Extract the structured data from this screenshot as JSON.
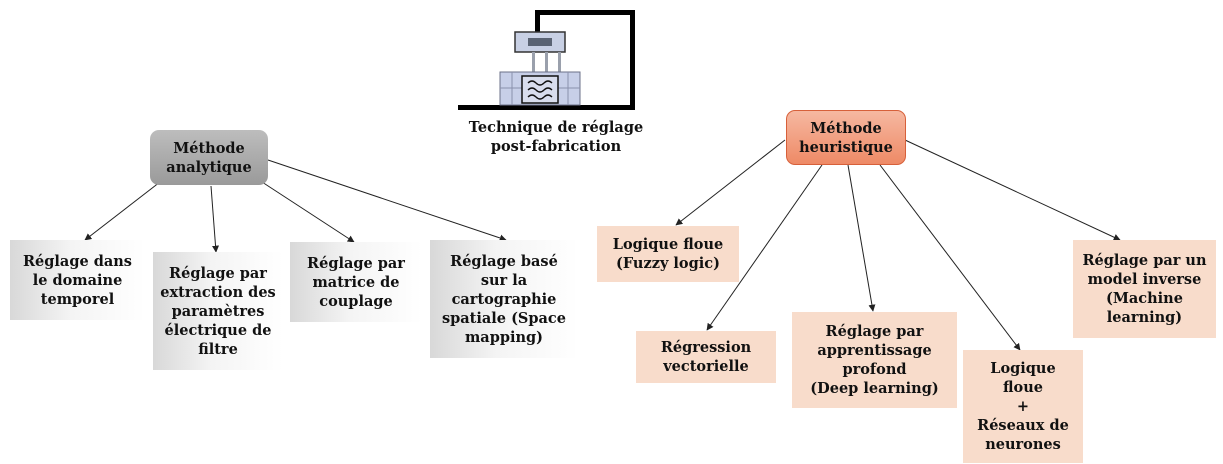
{
  "device_caption": "Technique de réglage\npost-fabrication",
  "analytic": {
    "title": "Méthode\nanalytique",
    "leaves": [
      "Réglage dans\nle domaine\ntemporel",
      "Réglage par\nextraction des\nparamètres\nélectrique de\nfiltre",
      "Réglage par\nmatrice de\ncouplage",
      "Réglage basé\nsur la\ncartographie\nspatiale (Space\nmapping)"
    ]
  },
  "heuristic": {
    "title": "Méthode\nheuristique",
    "leaves": [
      "Logique floue\n(Fuzzy logic)",
      "Régression\nvectorielle",
      "Réglage par\napprentissage\nprofond\n(Deep learning)",
      "Logique\nfloue\n+\nRéseaux de\nneurones",
      "Réglage par un\nmodel inverse\n(Machine\nlearning)"
    ]
  },
  "colors": {
    "analytic_root": "#a9a9a9",
    "heuristic_root": "#f19b79",
    "heuristic_leaf": "#f8dccb",
    "line": "#222222"
  }
}
